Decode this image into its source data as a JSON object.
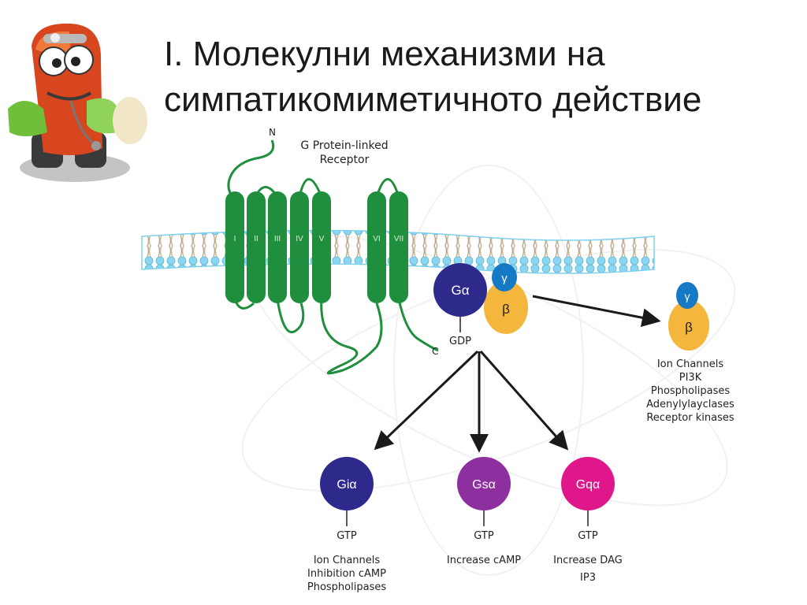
{
  "slide": {
    "title_line1": "I. Молекулни механизми на",
    "title_line2": "симпатикомиметичното действие"
  },
  "diagram": {
    "receptor_label_line1": "G Protein-linked",
    "receptor_label_line2": "Receptor",
    "n_terminus": "N",
    "c_terminus": "C",
    "helices": [
      "I",
      "II",
      "III",
      "IV",
      "V",
      "VI",
      "VII"
    ],
    "g_alpha": "Gα",
    "gamma": "γ",
    "beta": "β",
    "gdp": "GDP",
    "beta_gamma_effects": [
      "Ion Channels",
      "PI3K",
      "Phospholipases",
      "Adenylylayclases",
      "Receptor kinases"
    ],
    "subunits": [
      {
        "label": "Giα",
        "nucleotide": "GTP",
        "effects": [
          "Ion Channels",
          "Inhibition cAMP",
          "Phospholipases"
        ],
        "color": "#2e2a8c"
      },
      {
        "label": "Gsα",
        "nucleotide": "GTP",
        "effects": [
          "Increase cAMP"
        ],
        "color": "#8e2fa0"
      },
      {
        "label": "Gqα",
        "nucleotide": "GTP",
        "effects": [
          "Increase DAG",
          "IP3"
        ],
        "color": "#e0178a"
      }
    ]
  },
  "colors": {
    "helix": "#1f8f3e",
    "membrane": "#7fd0ec",
    "g_alpha": "#2e2a8c",
    "gamma": "#1679c4",
    "beta": "#f4b63c"
  }
}
